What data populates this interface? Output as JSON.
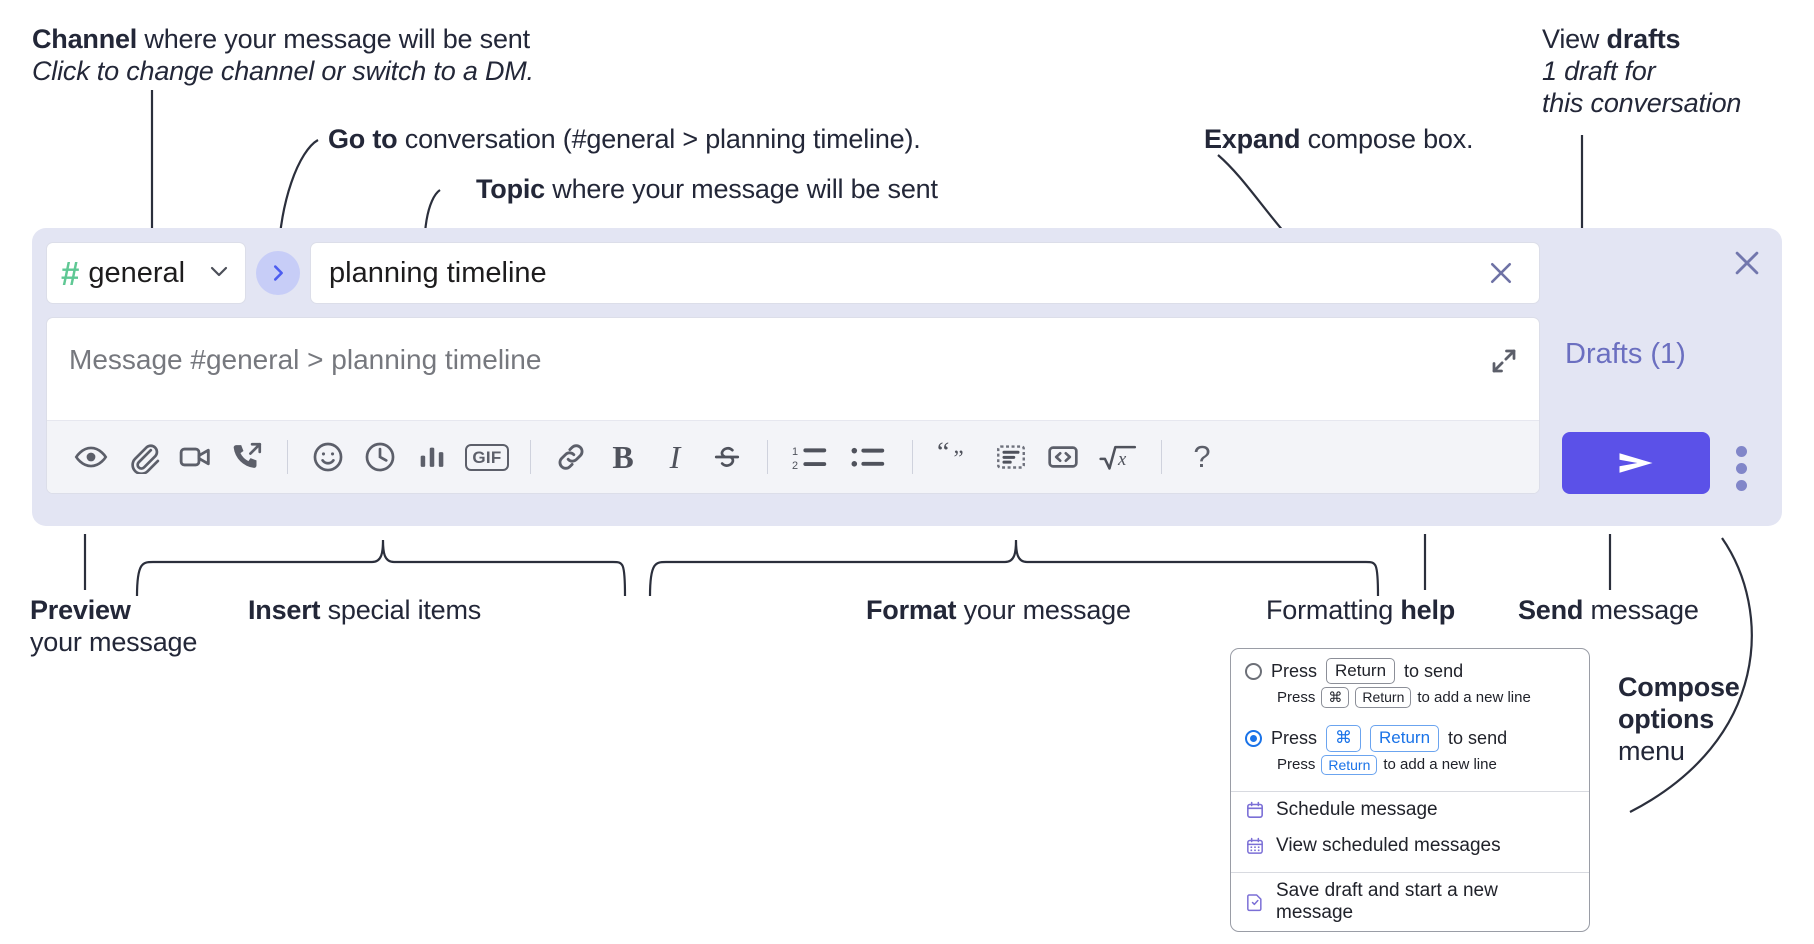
{
  "annotations": {
    "channel": {
      "bold": "Channel",
      "rest": " where your message will be sent",
      "italic": "Click to change channel or switch to a DM."
    },
    "goto": {
      "bold": "Go to",
      "rest": " conversation (#general > planning timeline)."
    },
    "topic": {
      "bold": "Topic",
      "rest": " where your message will be sent"
    },
    "expand": {
      "bold": "Expand",
      "rest": " compose box."
    },
    "drafts": {
      "plain": "View ",
      "bold": "drafts",
      "italic_line1": "1 draft for",
      "italic_line2": "this conversation"
    },
    "preview": {
      "bold": "Preview",
      "line2": "your message"
    },
    "insert": {
      "bold": "Insert",
      "rest": " special items"
    },
    "format": {
      "bold": "Format",
      "rest": " your message"
    },
    "formatting_help": {
      "plain": "Formatting ",
      "bold": "help"
    },
    "send": {
      "bold": "Send",
      "rest": " message"
    },
    "compose_options": {
      "bold1": "Compose",
      "bold2": "options",
      "plain": "menu"
    }
  },
  "compose": {
    "channel": {
      "hash": "#",
      "name": "general",
      "chevron": "chevron-down"
    },
    "goto_button": "go-to-conversation",
    "topic": {
      "value": "planning timeline",
      "clear": "clear-topic"
    },
    "message": {
      "placeholder": "Message #general > planning timeline"
    },
    "expand_label": "expand-compose",
    "toolbar": [
      {
        "name": "preview-icon",
        "label": "Preview"
      },
      {
        "name": "attachment-icon",
        "label": "Attach file"
      },
      {
        "name": "video-icon",
        "label": "Record video clip"
      },
      {
        "name": "call-forward-icon",
        "label": "Huddle"
      },
      {
        "name": "divider",
        "label": ""
      },
      {
        "name": "emoji-icon",
        "label": "Emoji"
      },
      {
        "name": "clock-icon",
        "label": "Reminder"
      },
      {
        "name": "poll-icon",
        "label": "Poll"
      },
      {
        "name": "gif-icon",
        "label": "GIF"
      },
      {
        "name": "divider",
        "label": ""
      },
      {
        "name": "link-icon",
        "label": "Link"
      },
      {
        "name": "bold-icon",
        "label": "B"
      },
      {
        "name": "italic-icon",
        "label": "I"
      },
      {
        "name": "strikethrough-icon",
        "label": "Strikethrough"
      },
      {
        "name": "divider",
        "label": ""
      },
      {
        "name": "ordered-list-icon",
        "label": "Ordered list"
      },
      {
        "name": "bulleted-list-icon",
        "label": "Bulleted list"
      },
      {
        "name": "divider",
        "label": ""
      },
      {
        "name": "blockquote-icon",
        "label": "Blockquote"
      },
      {
        "name": "code-block-icon",
        "label": "Code block"
      },
      {
        "name": "inline-code-icon",
        "label": "Code"
      },
      {
        "name": "math-icon",
        "label": "Math"
      },
      {
        "name": "divider",
        "label": ""
      },
      {
        "name": "help-icon",
        "label": "?"
      }
    ]
  },
  "rail": {
    "close_label": "close-compose",
    "drafts_label": "Drafts (1)",
    "send_label": "send-message",
    "kebab_label": "compose-options-menu"
  },
  "popup": {
    "option1": {
      "pre": "Press",
      "key": "Return",
      "post": "to send",
      "sub_pre": "Press",
      "sub_key1": "⌘",
      "sub_key2": "Return",
      "sub_post": "to add a new line",
      "selected": false
    },
    "option2": {
      "pre": "Press",
      "key1": "⌘",
      "key2": "Return",
      "post": "to send",
      "sub_pre": "Press",
      "sub_key": "Return",
      "sub_post": "to add a new line",
      "selected": true
    },
    "items": [
      {
        "icon": "calendar-icon",
        "label": "Schedule message"
      },
      {
        "icon": "calendar-grid-icon",
        "label": "View scheduled messages"
      },
      {
        "icon": "save-draft-icon",
        "label": "Save draft and start a new message"
      }
    ]
  },
  "colors": {
    "accent": "#5b51e8",
    "panel_bg": "#e3e5f3",
    "hash_green": "#5fc894",
    "drafts_purple": "#6b6fc0",
    "radio_blue": "#1a73e8"
  }
}
